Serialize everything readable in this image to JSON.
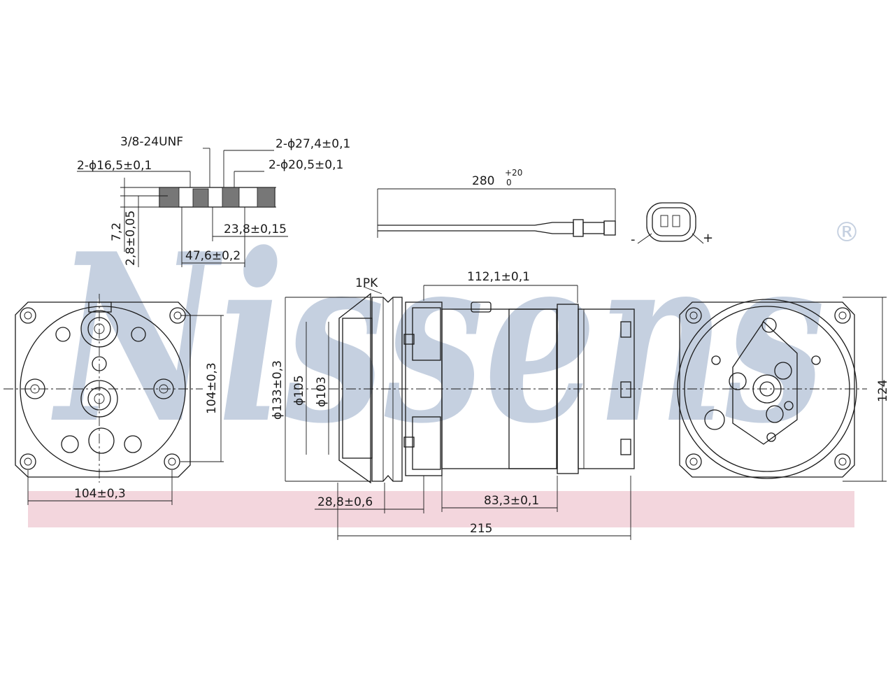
{
  "watermark": {
    "brand": "Nissens",
    "registered_mark": "®",
    "brand_color": "#c5d0e0",
    "band_color": "#f3d6dd"
  },
  "fitting_view": {
    "thread_spec": "3/8-24UNF",
    "bore_small": "2-ϕ16,5±0,1",
    "bore_large_outer": "2-ϕ27,4±0,1",
    "bore_large_inner": "2-ϕ20,5±0,1",
    "height_7_2": "7,2",
    "height_2_8": "2,8±0,05",
    "spacing_23_8": "23,8±0,15",
    "spacing_47_6": "47,6±0,2"
  },
  "cable_view": {
    "cable_length": "280",
    "cable_tolerance": "+20",
    "cable_tolerance_low": "0"
  },
  "connector_view": {
    "minus_label": "-",
    "plus_label": "+"
  },
  "front_view": {
    "bolt_spacing_vertical": "104±0,3",
    "bolt_spacing_horizontal": "104±0,3"
  },
  "side_view": {
    "belt_type": "1PK",
    "body_length": "112,1±0,1",
    "pulley_dia": "ϕ133±0,3",
    "dia_105": "ϕ105",
    "dia_103": "ϕ103",
    "pulley_offset": "28,8±0,6",
    "mount_offset": "83,3±0,1",
    "total_length": "215"
  },
  "rear_view": {
    "height": "124"
  }
}
